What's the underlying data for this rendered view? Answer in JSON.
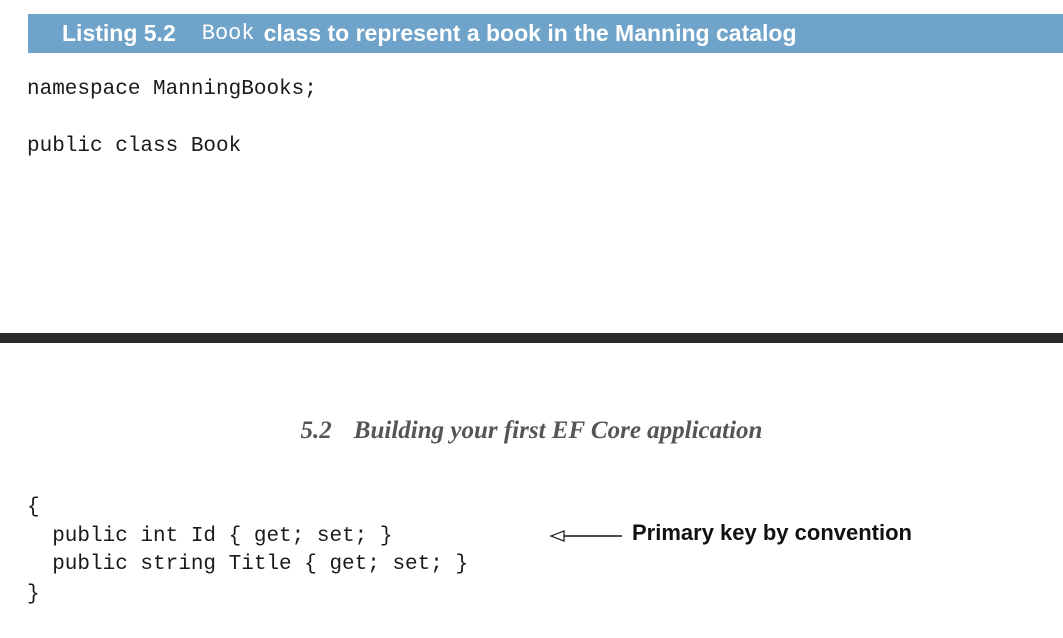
{
  "listing": {
    "number": "Listing 5.2",
    "code_term": "Book",
    "title_rest": "class to represent a book in the Manning catalog"
  },
  "code_top": [
    "namespace ManningBooks;",
    "public class Book"
  ],
  "running_head": {
    "section_number": "5.2",
    "section_title": "Building your first EF Core application"
  },
  "code_bottom": [
    "{",
    "  public int Id { get; set; }",
    "  public string Title { get; set; }",
    "}"
  ],
  "annotation": {
    "text": "Primary key by convention"
  }
}
